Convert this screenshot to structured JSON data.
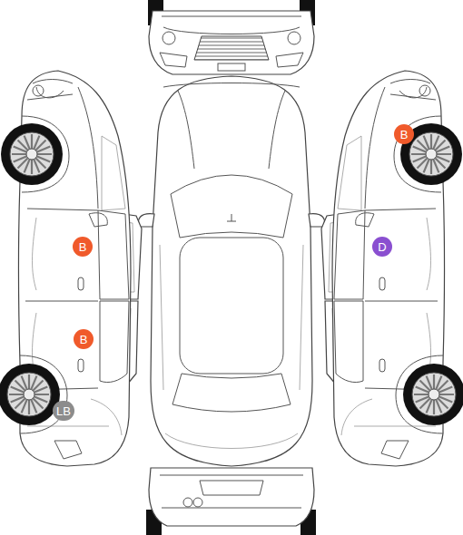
{
  "diagram": {
    "nodes": [
      {
        "text": [
          "B"
        ]
      },
      {
        "text": [
          "B"
        ]
      },
      {
        "text": [
          "D"
        ]
      },
      {
        "text": [
          "B"
        ]
      },
      {
        "text": [
          "LB"
        ]
      }
    ]
  }
}
